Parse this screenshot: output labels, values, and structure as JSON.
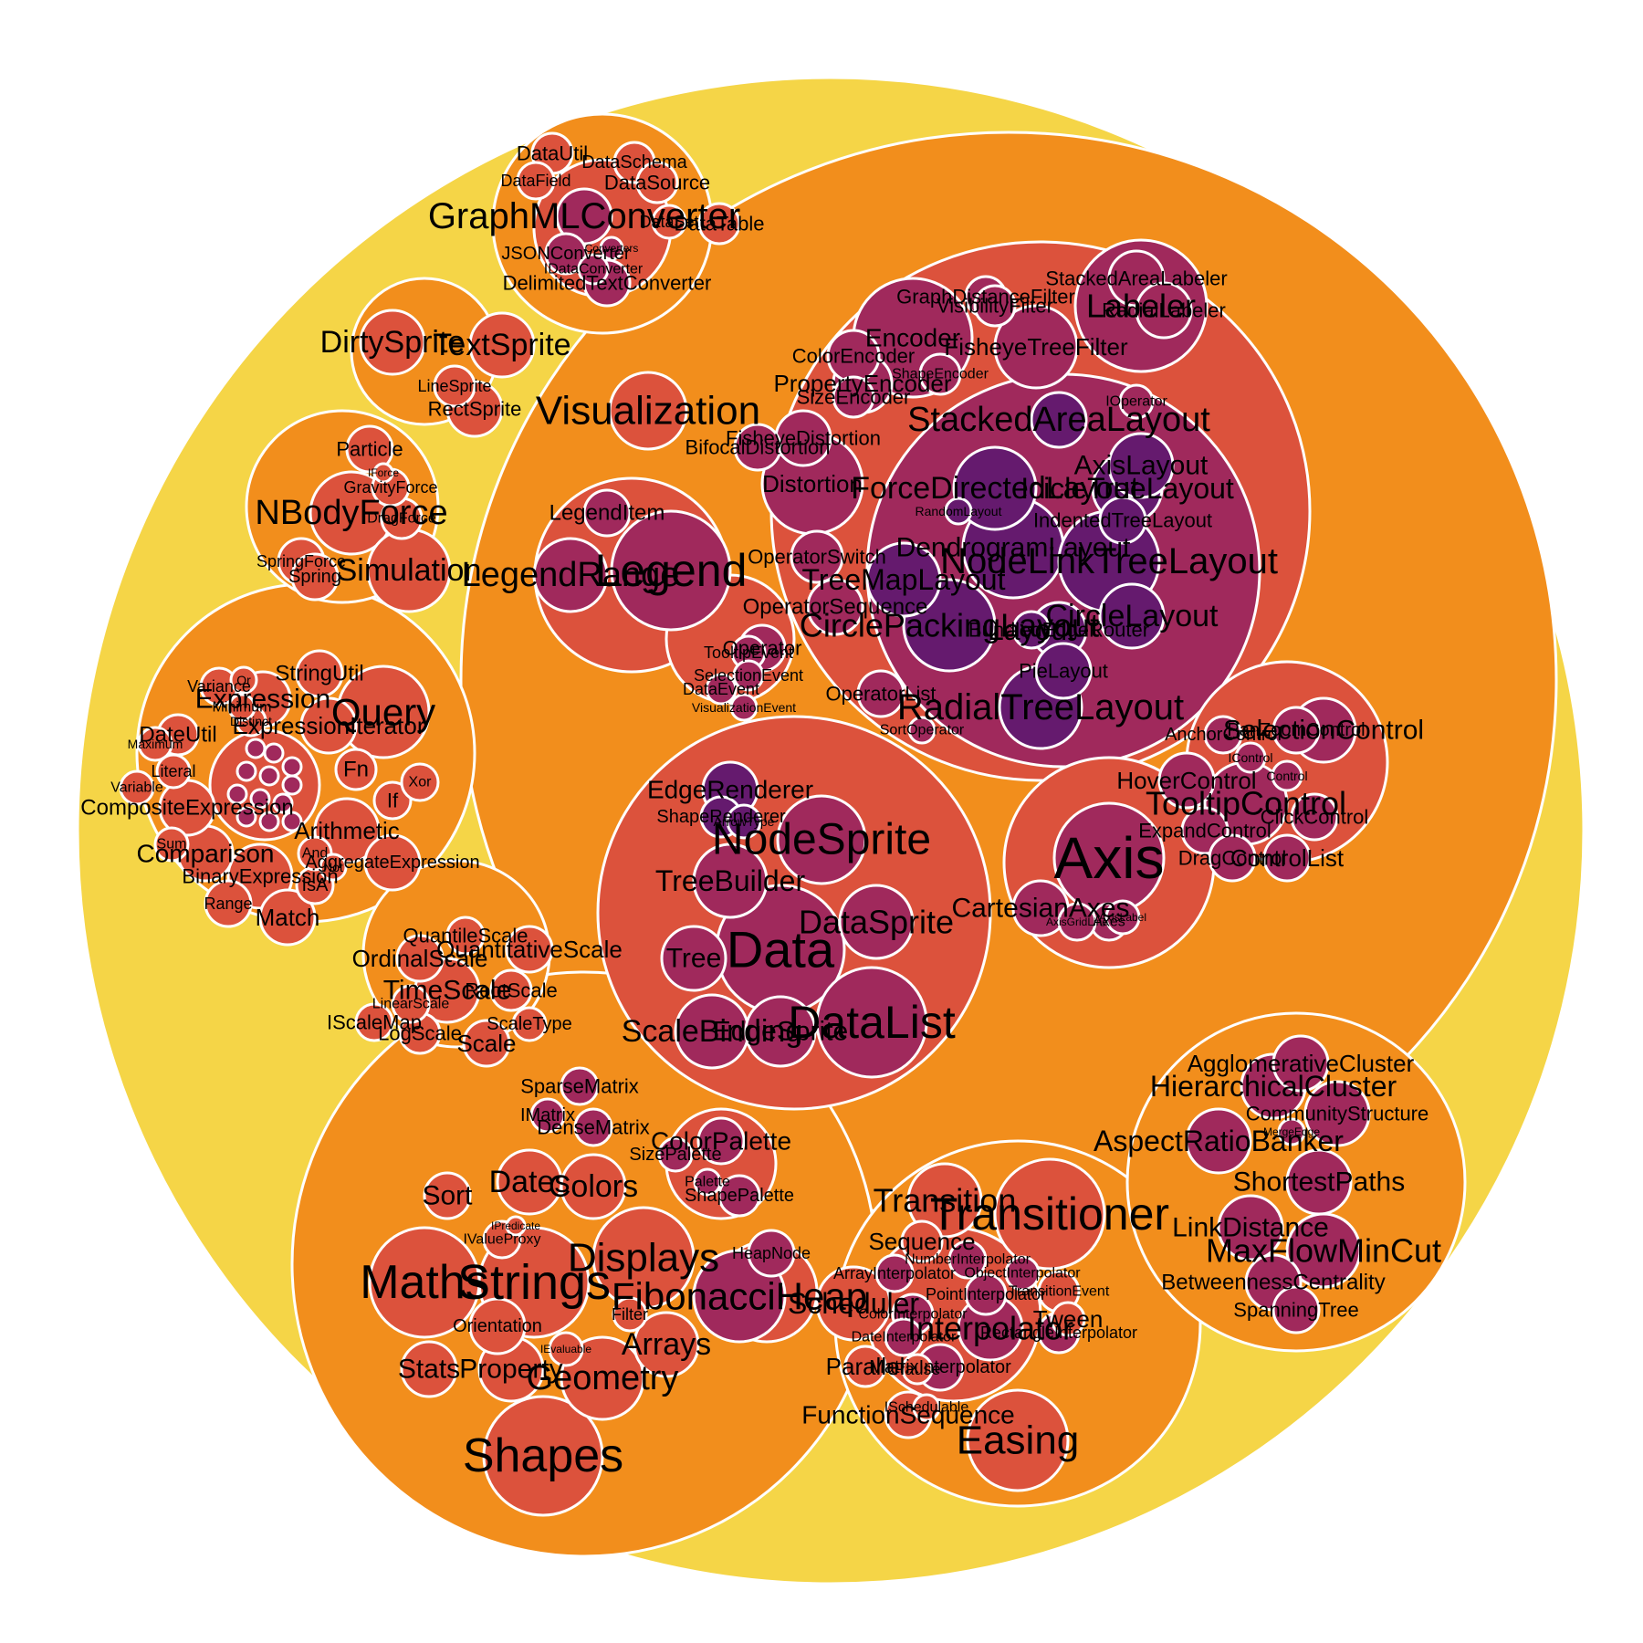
{
  "palette": {
    "root": "#f5d547",
    "level1": "#f28e1c",
    "level2": "#dc523c",
    "level3": "#a0295c",
    "level4": "#651a6e",
    "stroke": "#ffffff"
  },
  "nodes": [
    {
      "id": "root",
      "label": "",
      "level": 0
    },
    {
      "id": "vis",
      "label": "",
      "level": 1
    },
    {
      "id": "data",
      "label": "",
      "level": 1
    },
    {
      "id": "display",
      "label": "",
      "level": 1
    },
    {
      "id": "physics",
      "label": "",
      "level": 1
    },
    {
      "id": "query",
      "label": "",
      "level": 1
    },
    {
      "id": "scale",
      "label": "",
      "level": 1
    },
    {
      "id": "util",
      "label": "",
      "level": 1
    },
    {
      "id": "animate",
      "label": "",
      "level": 1
    },
    {
      "id": "analytics",
      "label": "",
      "level": 1
    },
    {
      "id": "v-operator",
      "label": "",
      "level": 2
    },
    {
      "id": "v-data",
      "label": "",
      "level": 2
    },
    {
      "id": "v-axis",
      "label": "",
      "level": 2
    },
    {
      "id": "v-controls",
      "label": "",
      "level": 2
    },
    {
      "id": "v-legend",
      "label": "",
      "level": 2
    },
    {
      "id": "v-visualization",
      "label": "Visualization",
      "level": 2
    },
    {
      "id": "v-events",
      "label": "",
      "level": 2
    },
    {
      "id": "op-layout",
      "label": "",
      "level": 3
    },
    {
      "id": "op-label",
      "label": "Labeler",
      "level": 3
    },
    {
      "id": "op-encoder",
      "label": "Encoder",
      "level": 3
    },
    {
      "id": "op-filter",
      "label": "FisheyeTreeFilter",
      "level": 3
    },
    {
      "id": "op-distortion",
      "label": "Distortion",
      "level": 3
    },
    {
      "id": "op-dist2",
      "label": "FisheyeDistortion",
      "level": 3
    },
    {
      "id": "op-dist3",
      "label": "BifocalDistortion",
      "level": 3
    },
    {
      "id": "op-colorenc",
      "label": "ColorEncoder",
      "level": 3
    },
    {
      "id": "op-propenc",
      "label": "PropertyEncoder",
      "level": 3
    },
    {
      "id": "op-sizeenc",
      "label": "SizeEncoder",
      "level": 3
    },
    {
      "id": "op-shapeenc",
      "label": "ShapeEncoder",
      "level": 3
    },
    {
      "id": "op-stackedlabel",
      "label": "StackedAreaLabeler",
      "level": 3
    },
    {
      "id": "op-radiallabel",
      "label": "RadialLabeler",
      "level": 3
    },
    {
      "id": "op-graphfilter",
      "label": "GraphDistanceFilter",
      "level": 3
    },
    {
      "id": "op-visfilter",
      "label": "VisibilityFilter",
      "level": 3
    },
    {
      "id": "op-ioperator",
      "label": "IOperator",
      "level": 3
    },
    {
      "id": "op-opsequence",
      "label": "OperatorSequence",
      "level": 3
    },
    {
      "id": "op-opswitch",
      "label": "OperatorSwitch",
      "level": 3
    },
    {
      "id": "op-oplist",
      "label": "OperatorList",
      "level": 3
    },
    {
      "id": "op-operator",
      "label": "Operator",
      "level": 3
    },
    {
      "id": "op-sort",
      "label": "SortOperator",
      "level": 3
    },
    {
      "id": "ly-stacked",
      "label": "StackedAreaLayout",
      "level": 4
    },
    {
      "id": "ly-axis",
      "label": "AxisLayout",
      "level": 4
    },
    {
      "id": "ly-force",
      "label": "ForceDirectedLayout",
      "level": 4
    },
    {
      "id": "ly-icicle",
      "label": "IcicleTreeLayout",
      "level": 4
    },
    {
      "id": "ly-random",
      "label": "RandomLayout",
      "level": 4
    },
    {
      "id": "ly-indented",
      "label": "IndentedTreeLayout",
      "level": 4
    },
    {
      "id": "ly-dendro",
      "label": "DendrogramLayout",
      "level": 4
    },
    {
      "id": "ly-nodelink",
      "label": "NodeLinkTreeLayout",
      "level": 4
    },
    {
      "id": "ly-treemap",
      "label": "TreeMapLayout",
      "level": 4
    },
    {
      "id": "ly-circlepack",
      "label": "CirclePackingLayout",
      "level": 4
    },
    {
      "id": "ly-circle",
      "label": "CircleLayout",
      "level": 4
    },
    {
      "id": "ly-bundled",
      "label": "BundledEdgeRouter",
      "level": 4
    },
    {
      "id": "ly-layout",
      "label": "Layout",
      "level": 4
    },
    {
      "id": "ly-pie",
      "label": "PieLayout",
      "level": 4
    },
    {
      "id": "ly-radial",
      "label": "RadialTreeLayout",
      "level": 4
    },
    {
      "id": "vd-nodesprite",
      "label": "NodeSprite",
      "level": 3
    },
    {
      "id": "vd-data",
      "label": "Data",
      "level": 3
    },
    {
      "id": "vd-datalist",
      "label": "DataList",
      "level": 3
    },
    {
      "id": "vd-datasprite",
      "label": "DataSprite",
      "level": 3
    },
    {
      "id": "vd-treebuilder",
      "label": "TreeBuilder",
      "level": 3
    },
    {
      "id": "vd-tree",
      "label": "Tree",
      "level": 3
    },
    {
      "id": "vd-scalebinding",
      "label": "ScaleBinding",
      "level": 3
    },
    {
      "id": "vd-edgesprite",
      "label": "EdgeSprite",
      "level": 3
    },
    {
      "id": "vd-edgerenderer",
      "label": "EdgeRenderer",
      "level": 4
    },
    {
      "id": "vd-shaperenderer",
      "label": "ShapeRenderer",
      "level": 4
    },
    {
      "id": "vd-arrowtype",
      "label": "ArrowType",
      "level": 4
    },
    {
      "id": "ax-axis",
      "label": "Axis",
      "level": 3
    },
    {
      "id": "ax-cartesian",
      "label": "CartesianAxes",
      "level": 3
    },
    {
      "id": "ax-axes",
      "label": "Axes",
      "level": 3
    },
    {
      "id": "ax-gridline",
      "label": "AxisGridLine",
      "level": 3
    },
    {
      "id": "ax-label",
      "label": "AxisLabel",
      "level": 3
    },
    {
      "id": "ct-select",
      "label": "SelectionControl",
      "level": 3
    },
    {
      "id": "ct-anchor",
      "label": "AnchorControl",
      "level": 3
    },
    {
      "id": "ct-pan",
      "label": "PanZoomControl",
      "level": 3
    },
    {
      "id": "ct-icontrol",
      "label": "IControl",
      "level": 3
    },
    {
      "id": "ct-control",
      "label": "Control",
      "level": 3
    },
    {
      "id": "ct-hover",
      "label": "HoverControl",
      "level": 3
    },
    {
      "id": "ct-tooltip",
      "label": "TooltipControl",
      "level": 3
    },
    {
      "id": "ct-click",
      "label": "ClickControl",
      "level": 3
    },
    {
      "id": "ct-expand",
      "label": "ExpandControl",
      "level": 3
    },
    {
      "id": "ct-drag",
      "label": "DragControl",
      "level": 3
    },
    {
      "id": "ct-list",
      "label": "ControlList",
      "level": 3
    },
    {
      "id": "lg-legend",
      "label": "Legend",
      "level": 3
    },
    {
      "id": "lg-legenditem",
      "label": "LegendItem",
      "level": 3
    },
    {
      "id": "lg-legendrange",
      "label": "LegendRange",
      "level": 3
    },
    {
      "id": "ev-tooltip",
      "label": "TooltipEvent",
      "level": 3
    },
    {
      "id": "ev-selection",
      "label": "SelectionEvent",
      "level": 3
    },
    {
      "id": "ev-data",
      "label": "DataEvent",
      "level": 3
    },
    {
      "id": "ev-vis",
      "label": "VisualizationEvent",
      "level": 3
    },
    {
      "id": "dt-converters",
      "label": "",
      "level": 2
    },
    {
      "id": "dt-graphml",
      "label": "GraphMLConverter",
      "level": 3
    },
    {
      "id": "dt-json",
      "label": "JSONConverter",
      "level": 3
    },
    {
      "id": "dt-idataconv",
      "label": "IDataConverter",
      "level": 3
    },
    {
      "id": "dt-converterslbl",
      "label": "Converters",
      "level": 3
    },
    {
      "id": "dt-delimited",
      "label": "DelimitedTextConverter",
      "level": 3
    },
    {
      "id": "dt-datautil",
      "label": "DataUtil",
      "level": 2
    },
    {
      "id": "dt-dataschema",
      "label": "DataSchema",
      "level": 2
    },
    {
      "id": "dt-datafield",
      "label": "DataField",
      "level": 2
    },
    {
      "id": "dt-datasource",
      "label": "DataSource",
      "level": 2
    },
    {
      "id": "dt-dataset",
      "label": "DataSet",
      "level": 2
    },
    {
      "id": "dt-datatable",
      "label": "DataTable",
      "level": 2
    },
    {
      "id": "ds-dirty",
      "label": "DirtySprite",
      "level": 2
    },
    {
      "id": "ds-text",
      "label": "TextSprite",
      "level": 2
    },
    {
      "id": "ds-line",
      "label": "LineSprite",
      "level": 2
    },
    {
      "id": "ds-rect",
      "label": "RectSprite",
      "level": 2
    },
    {
      "id": "ph-nbody",
      "label": "NBodyForce",
      "level": 2
    },
    {
      "id": "ph-particle",
      "label": "Particle",
      "level": 2
    },
    {
      "id": "ph-iforce",
      "label": "IForce",
      "level": 2
    },
    {
      "id": "ph-gravity",
      "label": "GravityForce",
      "level": 2
    },
    {
      "id": "ph-drag",
      "label": "DragForce",
      "level": 2
    },
    {
      "id": "ph-springforce",
      "label": "SpringForce",
      "level": 2
    },
    {
      "id": "ph-spring",
      "label": "Spring",
      "level": 2
    },
    {
      "id": "ph-sim",
      "label": "Simulation",
      "level": 2
    },
    {
      "id": "q-query",
      "label": "Query",
      "level": 2
    },
    {
      "id": "q-stringutil",
      "label": "StringUtil",
      "level": 2
    },
    {
      "id": "q-expression",
      "label": "Expression",
      "level": 2
    },
    {
      "id": "q-exprit",
      "label": "ExpressionIterator",
      "level": 2
    },
    {
      "id": "q-fn",
      "label": "Fn",
      "level": 2
    },
    {
      "id": "q-if",
      "label": "If",
      "level": 2
    },
    {
      "id": "q-xor",
      "label": "Xor",
      "level": 2
    },
    {
      "id": "q-arith",
      "label": "Arithmetic",
      "level": 2
    },
    {
      "id": "q-comparison",
      "label": "Comparison",
      "level": 2
    },
    {
      "id": "q-composite",
      "label": "CompositeExpression",
      "level": 2
    },
    {
      "id": "q-aggregate",
      "label": "AggregateExpression",
      "level": 2
    },
    {
      "id": "q-binary",
      "label": "BinaryExpression",
      "level": 2
    },
    {
      "id": "q-match",
      "label": "Match",
      "level": 2
    },
    {
      "id": "q-range",
      "label": "Range",
      "level": 2
    },
    {
      "id": "q-isa",
      "label": "IsA",
      "level": 2
    },
    {
      "id": "q-sum",
      "label": "Sum",
      "level": 2
    },
    {
      "id": "q-variance",
      "label": "Variance",
      "level": 2
    },
    {
      "id": "q-or",
      "label": "Or",
      "level": 2
    },
    {
      "id": "q-minimum",
      "label": "Minimum",
      "level": 2
    },
    {
      "id": "q-distinct",
      "label": "Distinct",
      "level": 2
    },
    {
      "id": "q-dateutil",
      "label": "DateUtil",
      "level": 2
    },
    {
      "id": "q-maximum",
      "label": "Maximum",
      "level": 2
    },
    {
      "id": "q-literal",
      "label": "Literal",
      "level": 2
    },
    {
      "id": "q-variable",
      "label": "Variable",
      "level": 2
    },
    {
      "id": "q-and",
      "label": "And",
      "level": 2
    },
    {
      "id": "q-not",
      "label": "Not",
      "level": 2
    },
    {
      "id": "q-methods",
      "label": "",
      "level": 2
    },
    {
      "id": "m-1",
      "label": "",
      "level": 3
    },
    {
      "id": "m-2",
      "label": "",
      "level": 3
    },
    {
      "id": "m-3",
      "label": "",
      "level": 3
    },
    {
      "id": "m-4",
      "label": "",
      "level": 3
    },
    {
      "id": "m-5",
      "label": "",
      "level": 3
    },
    {
      "id": "m-6",
      "label": "",
      "level": 3
    },
    {
      "id": "m-7",
      "label": "",
      "level": 3
    },
    {
      "id": "m-8",
      "label": "",
      "level": 3
    },
    {
      "id": "m-9",
      "label": "",
      "level": 3
    },
    {
      "id": "m-10",
      "label": "",
      "level": 3
    },
    {
      "id": "m-11",
      "label": "",
      "level": 3
    },
    {
      "id": "m-12",
      "label": "",
      "level": 3
    },
    {
      "id": "sc-quantile",
      "label": "QuantileScale",
      "level": 2
    },
    {
      "id": "sc-quant",
      "label": "QuantitativeScale",
      "level": 2
    },
    {
      "id": "sc-ordinal",
      "label": "OrdinalScale",
      "level": 2
    },
    {
      "id": "sc-time",
      "label": "TimeScale",
      "level": 2
    },
    {
      "id": "sc-root",
      "label": "RootScale",
      "level": 2
    },
    {
      "id": "sc-linear",
      "label": "LinearScale",
      "level": 2
    },
    {
      "id": "sc-iscalemap",
      "label": "IScaleMap",
      "level": 2
    },
    {
      "id": "sc-scaletype",
      "label": "ScaleType",
      "level": 2
    },
    {
      "id": "sc-log",
      "label": "LogScale",
      "level": 2
    },
    {
      "id": "sc-scale",
      "label": "Scale",
      "level": 2
    },
    {
      "id": "ut-sparse",
      "label": "SparseMatrix",
      "level": 3
    },
    {
      "id": "ut-imatrix",
      "label": "IMatrix",
      "level": 3
    },
    {
      "id": "ut-dense",
      "label": "DenseMatrix",
      "level": 3
    },
    {
      "id": "ut-palette",
      "label": "",
      "level": 2
    },
    {
      "id": "ut-colorpal",
      "label": "ColorPalette",
      "level": 3
    },
    {
      "id": "ut-sizepal",
      "label": "SizePalette",
      "level": 3
    },
    {
      "id": "ut-palettelbl",
      "label": "Palette",
      "level": 3
    },
    {
      "id": "ut-shapepal",
      "label": "ShapePalette",
      "level": 3
    },
    {
      "id": "ut-sort",
      "label": "Sort",
      "level": 2
    },
    {
      "id": "ut-dates",
      "label": "Dates",
      "level": 2
    },
    {
      "id": "ut-colors",
      "label": "Colors",
      "level": 2
    },
    {
      "id": "ut-ipredicate",
      "label": "IPredicate",
      "level": 2
    },
    {
      "id": "ut-ivalueproxy",
      "label": "IValueProxy",
      "level": 2
    },
    {
      "id": "ut-maths",
      "label": "Maths",
      "level": 2
    },
    {
      "id": "ut-strings",
      "label": "Strings",
      "level": 2
    },
    {
      "id": "ut-displays",
      "label": "Displays",
      "level": 2
    },
    {
      "id": "ut-heap",
      "label": "",
      "level": 2
    },
    {
      "id": "ut-heapnode",
      "label": "HeapNode",
      "level": 3
    },
    {
      "id": "ut-fibheap",
      "label": "FibonacciHeap",
      "level": 3
    },
    {
      "id": "ut-filter",
      "label": "Filter",
      "level": 2
    },
    {
      "id": "ut-arrays",
      "label": "Arrays",
      "level": 2
    },
    {
      "id": "ut-orientation",
      "label": "Orientation",
      "level": 2
    },
    {
      "id": "ut-ievaluable",
      "label": "IEvaluable",
      "level": 2
    },
    {
      "id": "ut-stats",
      "label": "Stats",
      "level": 2
    },
    {
      "id": "ut-property",
      "label": "Property",
      "level": 2
    },
    {
      "id": "ut-geometry",
      "label": "Geometry",
      "level": 2
    },
    {
      "id": "ut-shapes",
      "label": "Shapes",
      "level": 2
    },
    {
      "id": "an-transitioner",
      "label": "Transitioner",
      "level": 2
    },
    {
      "id": "an-transition",
      "label": "Transition",
      "level": 2
    },
    {
      "id": "an-sequence",
      "label": "Sequence",
      "level": 2
    },
    {
      "id": "an-interp",
      "label": "",
      "level": 2
    },
    {
      "id": "an-numberinterp",
      "label": "NumberInterpolator",
      "level": 3
    },
    {
      "id": "an-arrayinterp",
      "label": "ArrayInterpolator",
      "level": 3
    },
    {
      "id": "an-objinterp",
      "label": "ObjectInterpolator",
      "level": 3
    },
    {
      "id": "an-pointinterp",
      "label": "PointInterpolator",
      "level": 3
    },
    {
      "id": "an-rectinterp",
      "label": "RectangleInterpolator",
      "level": 3
    },
    {
      "id": "an-colorinterp",
      "label": "ColorInterpolator",
      "level": 3
    },
    {
      "id": "an-dateinterp",
      "label": "DateInterpolator",
      "level": 3
    },
    {
      "id": "an-matrixinterp",
      "label": "MatrixInterpolator",
      "level": 3
    },
    {
      "id": "an-interpolator",
      "label": "Interpolator",
      "level": 3
    },
    {
      "id": "an-transevent",
      "label": "TransitionEvent",
      "level": 2
    },
    {
      "id": "an-scheduler",
      "label": "Scheduler",
      "level": 2
    },
    {
      "id": "an-tween",
      "label": "Tween",
      "level": 2
    },
    {
      "id": "an-parallel",
      "label": "Parallel",
      "level": 2
    },
    {
      "id": "an-pause",
      "label": "Pause",
      "level": 2
    },
    {
      "id": "an-functionseq",
      "label": "FunctionSequence",
      "level": 2
    },
    {
      "id": "an-ischedulable",
      "label": "ISchedulable",
      "level": 2
    },
    {
      "id": "an-easing",
      "label": "Easing",
      "level": 2
    },
    {
      "id": "an2-agglomerative",
      "label": "AgglomerativeCluster",
      "level": 3
    },
    {
      "id": "an2-hierarchical",
      "label": "HierarchicalCluster",
      "level": 3
    },
    {
      "id": "an2-community",
      "label": "CommunityStructure",
      "level": 3
    },
    {
      "id": "an2-mergeedge",
      "label": "MergeEdge",
      "level": 3
    },
    {
      "id": "an2-aspect",
      "label": "AspectRatioBanker",
      "level": 3
    },
    {
      "id": "an2-shortest",
      "label": "ShortestPaths",
      "level": 3
    },
    {
      "id": "an2-linkdist",
      "label": "LinkDistance",
      "level": 3
    },
    {
      "id": "an2-maxflow",
      "label": "MaxFlowMinCut",
      "level": 3
    },
    {
      "id": "an2-betweenness",
      "label": "BetweennessCentrality",
      "level": 3
    },
    {
      "id": "an2-spanning",
      "label": "SpanningTree",
      "level": 3
    }
  ]
}
